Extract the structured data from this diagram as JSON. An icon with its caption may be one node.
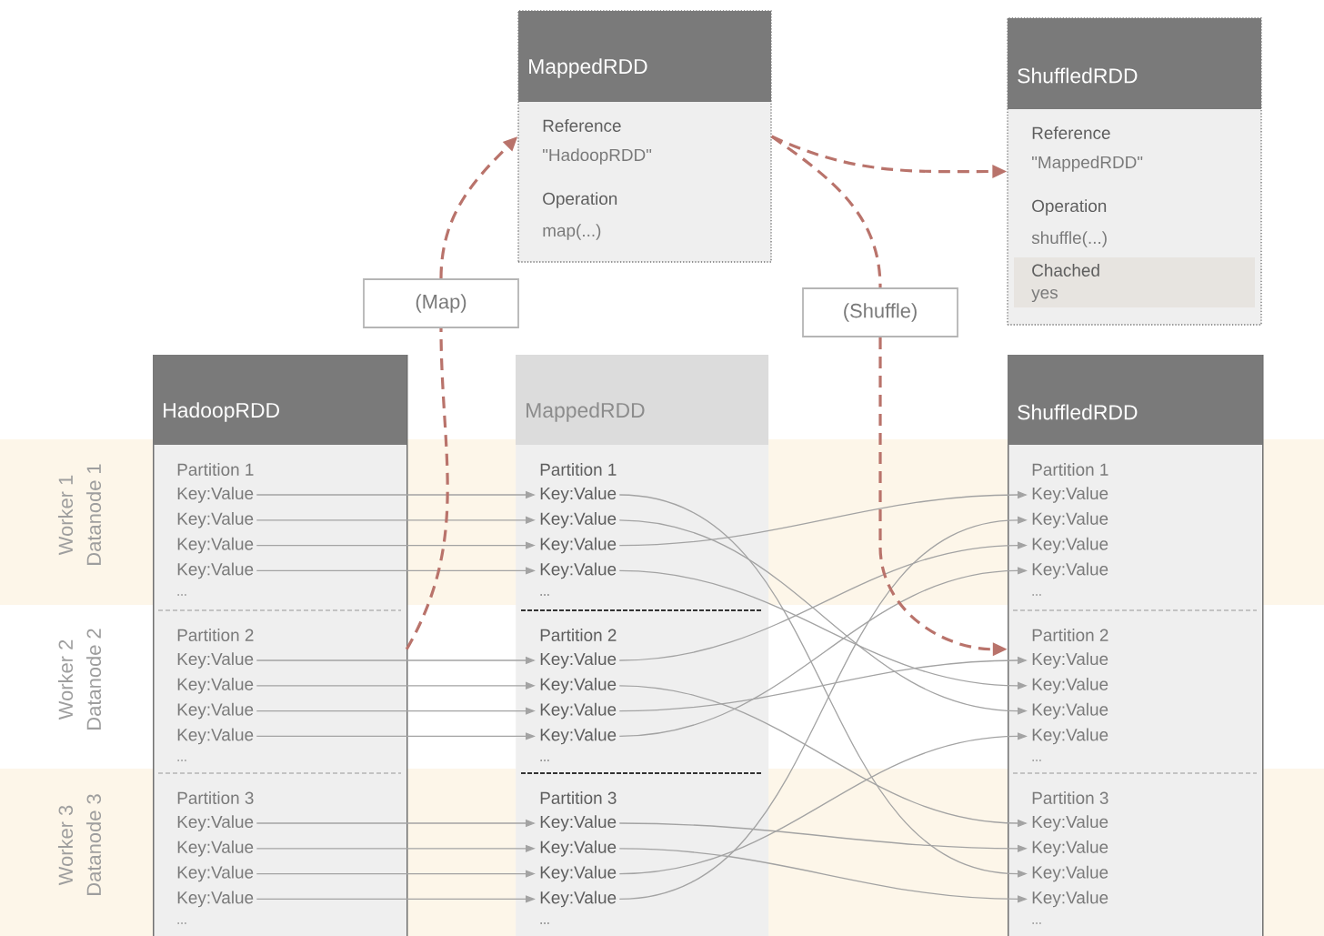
{
  "diagram": {
    "nodes": [
      {
        "text": [
          "MappedRDD",
          "Reference",
          "\"HadoopRDD\"",
          "Operation",
          "map(...)"
        ]
      },
      {
        "text": [
          "ShuffledRDD",
          "Reference",
          "\"MappedRDD\"",
          "Operation",
          "shuffle(...)"
        ]
      },
      {
        "text": [
          "Chached",
          "yes"
        ],
        "in": 1
      },
      {
        "text": [
          "(Map)"
        ]
      },
      {
        "text": [
          "(Shuffle)"
        ]
      },
      {
        "text": [
          "HadoopRDD"
        ]
      },
      {
        "text": [
          "Partition 1",
          "..."
        ],
        "in": 5
      },
      {
        "text": [
          "Key:Value"
        ],
        "in": 6
      },
      {
        "text": [
          "Key:Value"
        ],
        "in": 6
      },
      {
        "text": [
          "Key:Value"
        ],
        "in": 6
      },
      {
        "text": [
          "Key:Value"
        ],
        "in": 6
      },
      {
        "text": [
          "Partition 2",
          "..."
        ],
        "in": 5
      },
      {
        "text": [
          "Key:Value"
        ],
        "in": 11
      },
      {
        "text": [
          "Key:Value"
        ],
        "in": 11
      },
      {
        "text": [
          "Key:Value"
        ],
        "in": 11
      },
      {
        "text": [
          "Key:Value"
        ],
        "in": 11
      },
      {
        "text": [
          "Partition 3",
          "..."
        ],
        "in": 5
      },
      {
        "text": [
          "Key:Value"
        ],
        "in": 16
      },
      {
        "text": [
          "Key:Value"
        ],
        "in": 16
      },
      {
        "text": [
          "Key:Value"
        ],
        "in": 16
      },
      {
        "text": [
          "Key:Value"
        ],
        "in": 16
      },
      {
        "text": [
          "MappedRDD"
        ]
      },
      {
        "text": [
          "Partition 1",
          "..."
        ],
        "in": 21
      },
      {
        "text": [
          "Key:Value"
        ],
        "in": 22
      },
      {
        "text": [
          "Key:Value"
        ],
        "in": 22
      },
      {
        "text": [
          "Key:Value"
        ],
        "in": 22
      },
      {
        "text": [
          "Key:Value"
        ],
        "in": 22
      },
      {
        "text": [
          "Partition 2",
          "..."
        ],
        "in": 21
      },
      {
        "text": [
          "Key:Value"
        ],
        "in": 27
      },
      {
        "text": [
          "Key:Value"
        ],
        "in": 27
      },
      {
        "text": [
          "Key:Value"
        ],
        "in": 27
      },
      {
        "text": [
          "Key:Value"
        ],
        "in": 27
      },
      {
        "text": [
          "Partition 3",
          "..."
        ],
        "in": 21
      },
      {
        "text": [
          "Key:Value"
        ],
        "in": 32
      },
      {
        "text": [
          "Key:Value"
        ],
        "in": 32
      },
      {
        "text": [
          "Key:Value"
        ],
        "in": 32
      },
      {
        "text": [
          "Key:Value"
        ],
        "in": 32
      },
      {
        "text": [
          "ShuffledRDD"
        ]
      },
      {
        "text": [
          "Partition 1",
          "..."
        ],
        "in": 37
      },
      {
        "text": [
          "Key:Value"
        ],
        "in": 38
      },
      {
        "text": [
          "Key:Value"
        ],
        "in": 38
      },
      {
        "text": [
          "Key:Value"
        ],
        "in": 38
      },
      {
        "text": [
          "Key:Value"
        ],
        "in": 38
      },
      {
        "text": [
          "Partition 2",
          "..."
        ],
        "in": 37
      },
      {
        "text": [
          "Key:Value"
        ],
        "in": 43
      },
      {
        "text": [
          "Key:Value"
        ],
        "in": 43
      },
      {
        "text": [
          "Key:Value"
        ],
        "in": 43
      },
      {
        "text": [
          "Key:Value"
        ],
        "in": 43
      },
      {
        "text": [
          "Partition 3",
          "..."
        ],
        "in": 37
      },
      {
        "text": [
          "Key:Value"
        ],
        "in": 48
      },
      {
        "text": [
          "Key:Value"
        ],
        "in": 48
      },
      {
        "text": [
          "Key:Value"
        ],
        "in": 48
      },
      {
        "text": [
          "Key:Value"
        ],
        "in": 48
      }
    ],
    "edges": [
      {
        "from": 7,
        "to": 23,
        "arrow": "to"
      },
      {
        "from": 8,
        "to": 24,
        "arrow": "to"
      },
      {
        "from": 9,
        "to": 25,
        "arrow": "to"
      },
      {
        "from": 10,
        "to": 26,
        "arrow": "to"
      },
      {
        "from": 12,
        "to": 28,
        "arrow": "to"
      },
      {
        "from": 13,
        "to": 29,
        "arrow": "to"
      },
      {
        "from": 14,
        "to": 30,
        "arrow": "to"
      },
      {
        "from": 15,
        "to": 31,
        "arrow": "to"
      },
      {
        "from": 17,
        "to": 33,
        "arrow": "to"
      },
      {
        "from": 18,
        "to": 34,
        "arrow": "to"
      },
      {
        "from": 19,
        "to": 35,
        "arrow": "to"
      },
      {
        "from": 20,
        "to": 36,
        "arrow": "to"
      },
      {
        "from": 23,
        "to": 51,
        "arrow": "to"
      },
      {
        "from": 24,
        "to": 46,
        "arrow": "to"
      },
      {
        "from": 25,
        "to": 39,
        "arrow": "to"
      },
      {
        "from": 26,
        "to": 45,
        "arrow": "to"
      },
      {
        "from": 28,
        "to": 41,
        "arrow": "to"
      },
      {
        "from": 29,
        "to": 49,
        "arrow": "to"
      },
      {
        "from": 30,
        "to": 44,
        "arrow": "to"
      },
      {
        "from": 31,
        "to": 42,
        "arrow": "to"
      },
      {
        "from": 33,
        "to": 50,
        "arrow": "to"
      },
      {
        "from": 34,
        "to": 52,
        "arrow": "to"
      },
      {
        "from": 35,
        "to": 47,
        "arrow": "to"
      },
      {
        "from": 36,
        "to": 40,
        "arrow": "to"
      },
      {
        "from": 11,
        "to": 3,
        "arrow": "none",
        "style": "dashed",
        "color": "#b9736b"
      },
      {
        "from": 3,
        "to": 0,
        "arrow": "to",
        "style": "dashed",
        "color": "#b9736b"
      },
      {
        "from": 0,
        "to": 4,
        "arrow": "none",
        "style": "dashed",
        "color": "#b9736b"
      },
      {
        "from": 4,
        "to": 43,
        "arrow": "to",
        "style": "dashed",
        "color": "#b9736b"
      },
      {
        "from": 0,
        "to": 1,
        "arrow": "to",
        "style": "dashed",
        "color": "#b9736b"
      }
    ],
    "labels": [
      "Worker 1",
      "Datanode 1",
      "Worker 2",
      "Datanode 2",
      "Worker 3",
      "Datanode 3"
    ]
  }
}
